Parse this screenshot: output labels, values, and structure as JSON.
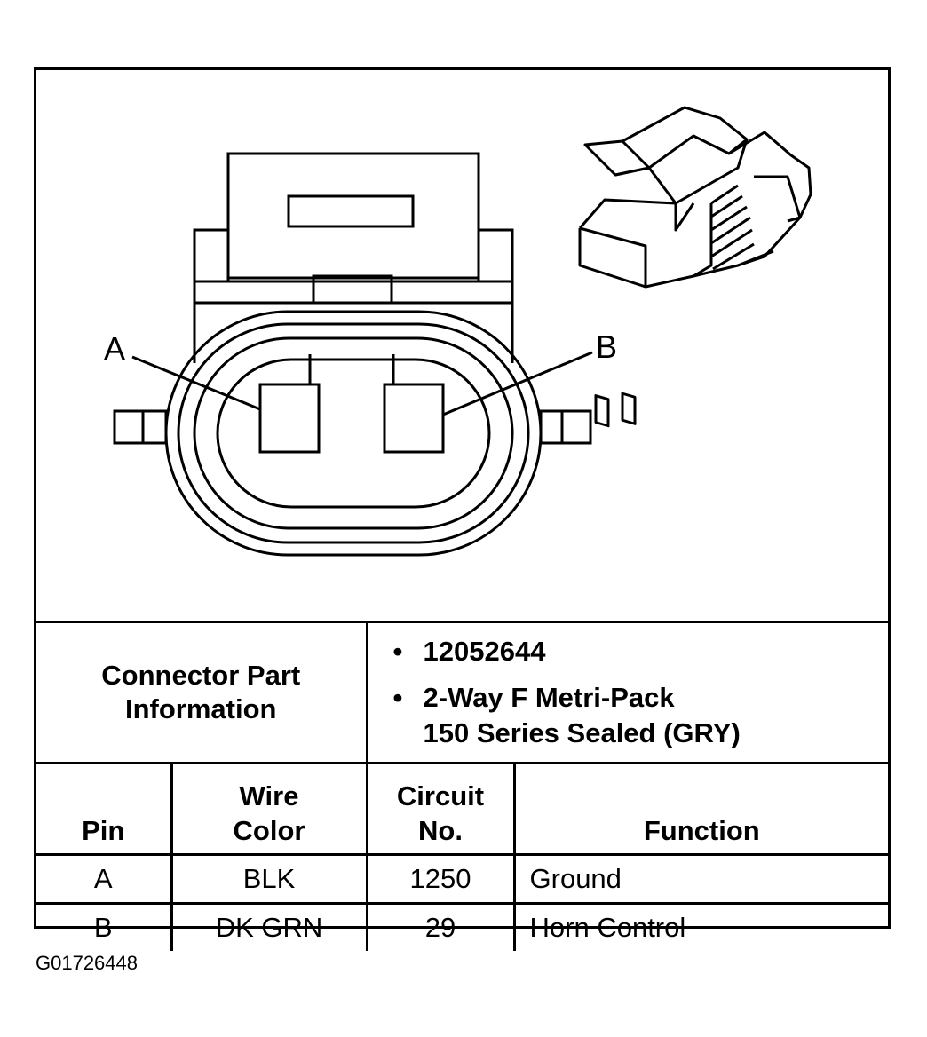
{
  "diagram": {
    "pin_a_label": "A",
    "pin_b_label": "B",
    "stroke_color": "#000000"
  },
  "connector_part": {
    "label_line1": "Connector Part",
    "label_line2": "Information",
    "part_number": "12052644",
    "description_line1": "2-Way F Metri-Pack",
    "description_line2": "150 Series Sealed (GRY)"
  },
  "pin_table": {
    "headers": {
      "pin": "Pin",
      "wire_color_line1": "Wire",
      "wire_color_line2": "Color",
      "circuit_line1": "Circuit",
      "circuit_line2": "No.",
      "function": "Function"
    },
    "rows": [
      {
        "pin": "A",
        "wire_color": "BLK",
        "circuit": "1250",
        "function": "Ground"
      },
      {
        "pin": "B",
        "wire_color": "DK GRN",
        "circuit": "29",
        "function": "Horn Control"
      }
    ]
  },
  "figure_id": "G01726448"
}
